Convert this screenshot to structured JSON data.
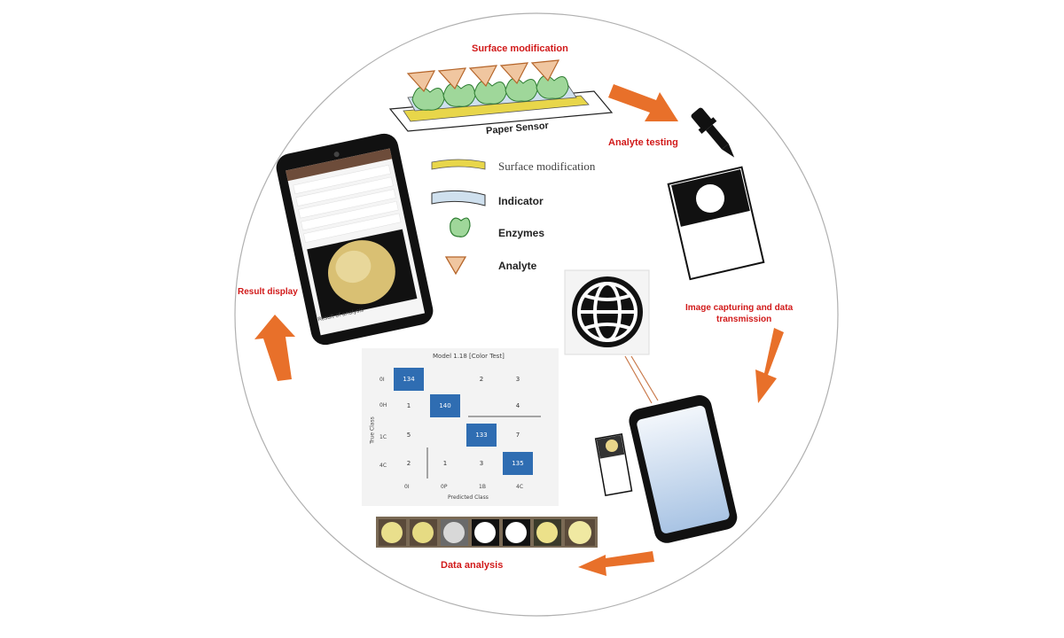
{
  "steps": {
    "surface_modification": "Surface modification",
    "analyte_testing": "Analyte testing",
    "image_capturing_line1": "Image capturing and data",
    "image_capturing_line2": "transmission",
    "data_analysis": "Data analysis",
    "result_display": "Result display"
  },
  "sensor": {
    "paper_label": "Paper Sensor"
  },
  "legend": {
    "items": [
      {
        "label": "Surface modification",
        "icon": "yellow-layer-icon"
      },
      {
        "label": "Indicator",
        "icon": "blue-layer-icon"
      },
      {
        "label": "Enzymes",
        "icon": "green-enzyme-icon"
      },
      {
        "label": "Analyte",
        "icon": "orange-triangle-icon"
      }
    ]
  },
  "confusion_matrix": {
    "title": "Model 1.18 [Color Test]",
    "ylabel": "True Class",
    "xlabel": "Predicted Class",
    "row_labels": [
      "0I",
      "0H",
      "1C",
      "4C"
    ],
    "col_labels": [
      "0I",
      "0P",
      "1B",
      "4C"
    ],
    "cells": [
      [
        "134",
        "",
        "2",
        "3"
      ],
      [
        "1",
        "140",
        "",
        "4"
      ],
      [
        "5",
        "",
        "133",
        "7"
      ],
      [
        "2",
        "1",
        "3",
        "135"
      ]
    ]
  },
  "phone_result": {
    "caption": "Result of analysis"
  },
  "colors": {
    "arrow": "#e8702a",
    "step_label": "#d11a1a",
    "matrix_highlight": "#2f6db2",
    "circle_border": "#b0b0b0"
  }
}
